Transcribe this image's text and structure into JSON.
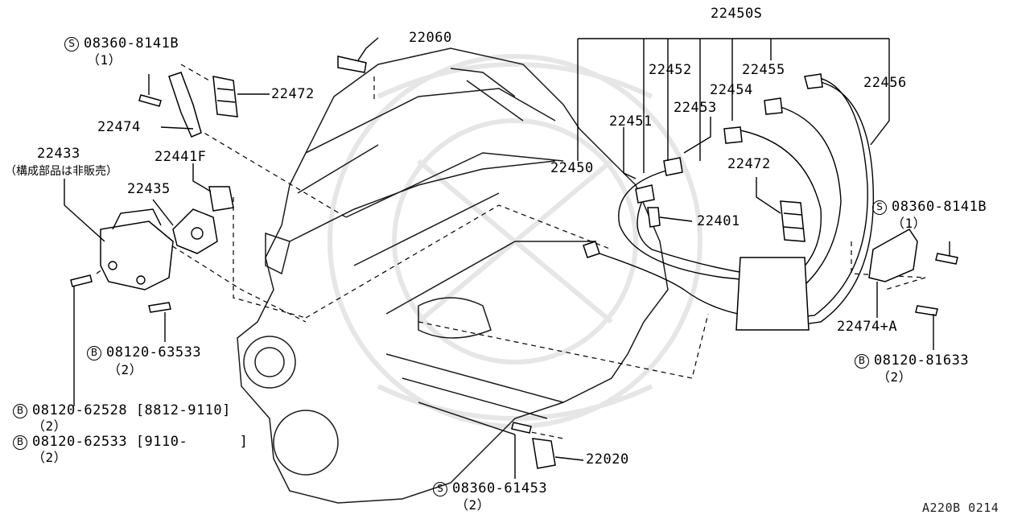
{
  "diagram": {
    "ref_code": "A220B 0214",
    "labels": {
      "l22450S": "22450S",
      "l22060": "22060",
      "l22452": "22452",
      "l22455": "22455",
      "l22456": "22456",
      "l22454": "22454",
      "l22453": "22453",
      "l22451": "22451",
      "l22450": "22450",
      "l22472a": "22472",
      "l22472b": "22472",
      "l22474": "22474",
      "l22433": "22433",
      "l22433_note": "（構成部品は非販売）",
      "l22441F": "22441F",
      "l22435": "22435",
      "l22401": "22401",
      "l22474A": "22474+A",
      "l22020": "22020"
    },
    "fasteners": {
      "f1": {
        "badge": "S",
        "part": "08360-8141B",
        "qty": "（1）"
      },
      "f2": {
        "badge": "S",
        "part": "08360-8141B",
        "qty": "（1）"
      },
      "f3": {
        "badge": "B",
        "part": "08120-63533",
        "qty": "（2）"
      },
      "f4": {
        "badge": "B",
        "part": "08120-81633",
        "qty": "（2）"
      },
      "f5": {
        "badge": "B",
        "part": "08120-62528 [8812-9110]",
        "qty": "（2）"
      },
      "f6": {
        "badge": "B",
        "part": "08120-62533 [9110-      ]",
        "qty": "（2）"
      },
      "f7": {
        "badge": "S",
        "part": "08360-61453",
        "qty": "（2）"
      }
    }
  }
}
